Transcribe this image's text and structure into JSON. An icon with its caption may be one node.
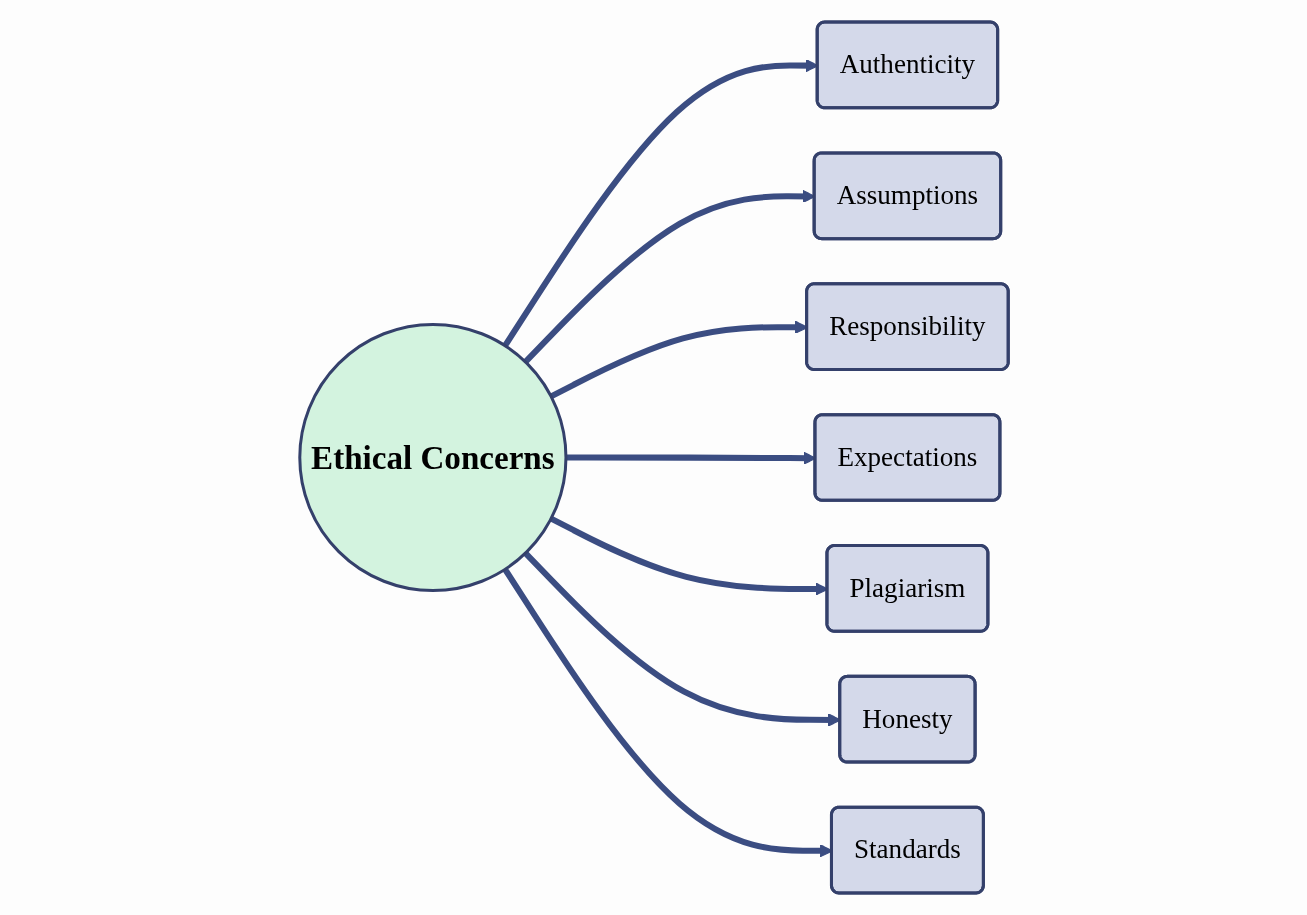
{
  "diagram": {
    "nodes": [
      {
        "text": [
          "Ethical Concerns"
        ]
      },
      {
        "text": [
          "Authenticity"
        ]
      },
      {
        "text": [
          "Assumptions"
        ]
      },
      {
        "text": [
          "Responsibility"
        ]
      },
      {
        "text": [
          "Expectations"
        ]
      },
      {
        "text": [
          "Plagiarism"
        ]
      },
      {
        "text": [
          "Honesty"
        ]
      },
      {
        "text": [
          "Standards"
        ]
      }
    ],
    "edges": [
      {
        "from": 0,
        "to": 1,
        "arrow": "to"
      },
      {
        "from": 0,
        "to": 2,
        "arrow": "to"
      },
      {
        "from": 0,
        "to": 3,
        "arrow": "to"
      },
      {
        "from": 0,
        "to": 4,
        "arrow": "to"
      },
      {
        "from": 0,
        "to": 5,
        "arrow": "to"
      },
      {
        "from": 0,
        "to": 6,
        "arrow": "to"
      },
      {
        "from": 0,
        "to": 7,
        "arrow": "to"
      }
    ]
  }
}
